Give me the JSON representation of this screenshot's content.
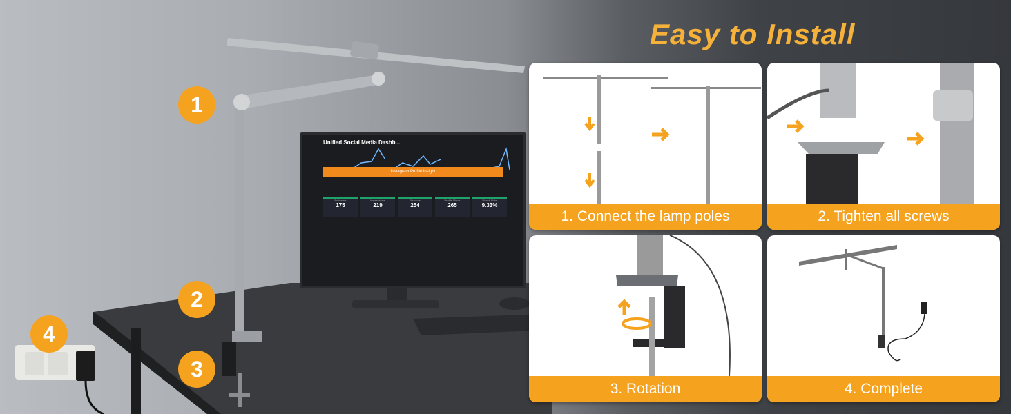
{
  "heading": "Easy to Install",
  "badges": [
    "1",
    "2",
    "3",
    "4"
  ],
  "steps": [
    {
      "caption": "1. Connect the lamp poles"
    },
    {
      "caption": "2. Tighten all screws"
    },
    {
      "caption": "3. Rotation"
    },
    {
      "caption": "4. Complete"
    }
  ],
  "monitor": {
    "app_title": "Unified Social Media Dashb...",
    "banner": "Instagram Profile Insight",
    "stats": [
      {
        "label": "Followers",
        "value": "175"
      },
      {
        "label": "Impressions",
        "value": "219"
      },
      {
        "label": "Reaches",
        "value": "254"
      },
      {
        "label": "Profile Views",
        "value": "265"
      },
      {
        "label": "Reach Rate",
        "value": "9.33%"
      }
    ]
  },
  "colors": {
    "accent": "#f5a21f",
    "title": "#f5b13a"
  }
}
